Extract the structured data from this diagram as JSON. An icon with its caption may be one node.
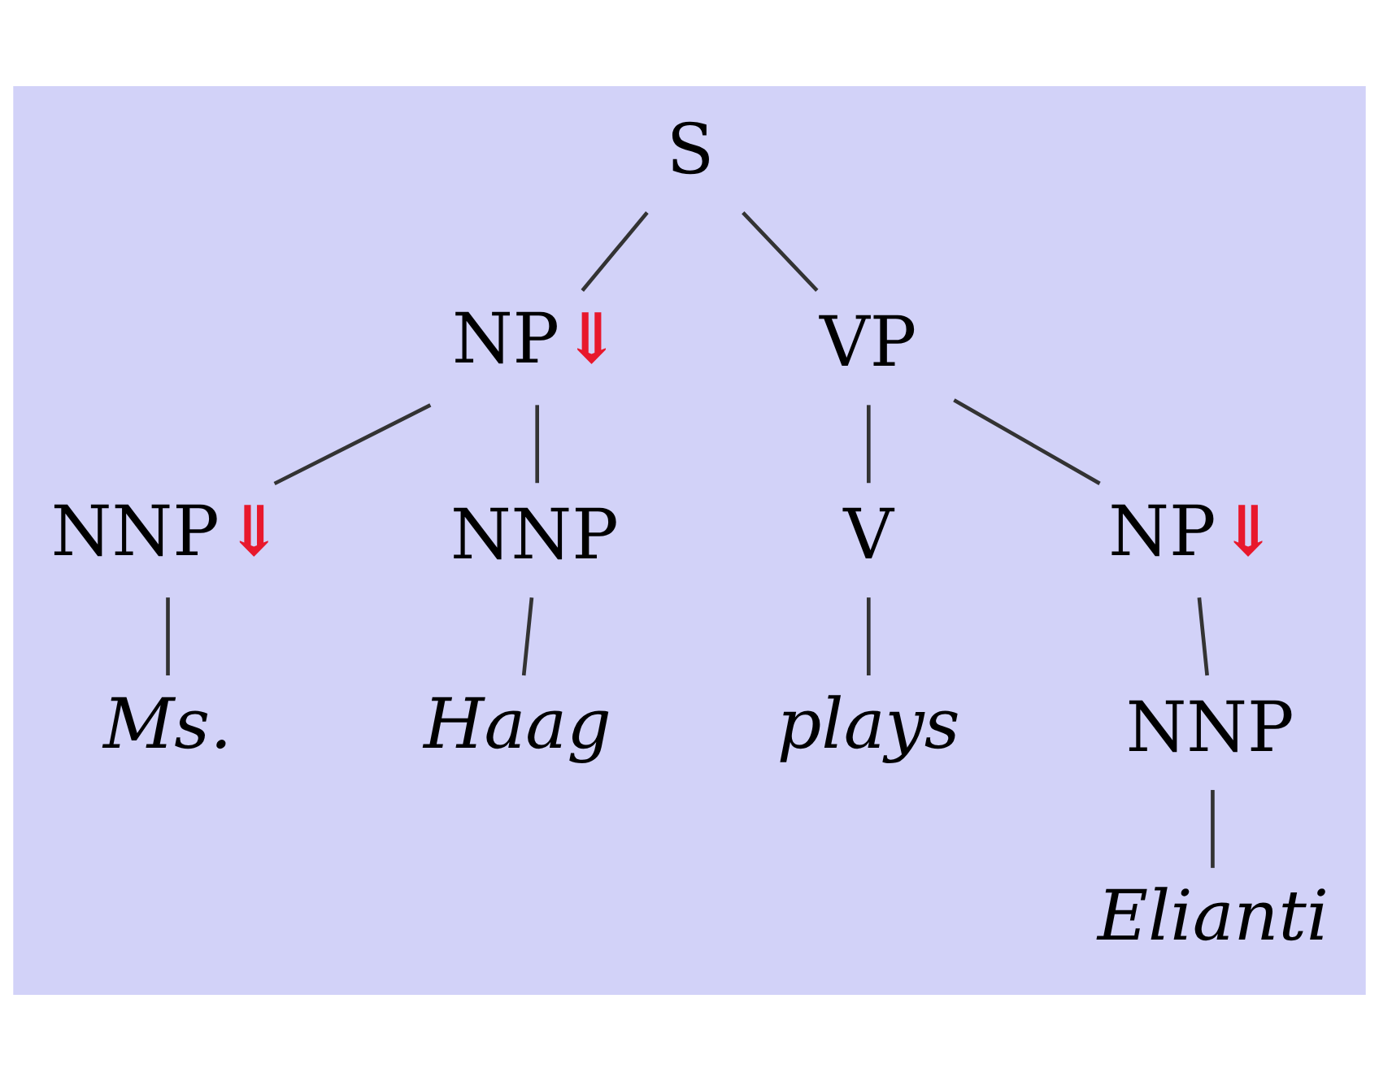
{
  "diagram": {
    "nodes": [
      {
        "text": [
          "S"
        ]
      },
      {
        "text": [
          "NP"
        ],
        "beside": [
          "⇓"
        ]
      },
      {
        "text": [
          "VP"
        ]
      },
      {
        "text": [
          "NNP"
        ],
        "beside": [
          "⇓"
        ]
      },
      {
        "text": [
          "NNP"
        ]
      },
      {
        "text": [
          "V"
        ]
      },
      {
        "text": [
          "NP"
        ],
        "beside": [
          "⇓"
        ]
      },
      {
        "text": [
          "Ms."
        ]
      },
      {
        "text": [
          "Haag"
        ]
      },
      {
        "text": [
          "plays"
        ]
      },
      {
        "text": [
          "NNP"
        ]
      },
      {
        "text": [
          "Elianti"
        ]
      }
    ],
    "edges": [
      {
        "from": 0,
        "to": 1,
        "arrow": "none"
      },
      {
        "from": 0,
        "to": 2,
        "arrow": "none"
      },
      {
        "from": 1,
        "to": 3,
        "arrow": "none"
      },
      {
        "from": 1,
        "to": 4,
        "arrow": "none"
      },
      {
        "from": 2,
        "to": 5,
        "arrow": "none"
      },
      {
        "from": 2,
        "to": 6,
        "arrow": "none"
      },
      {
        "from": 3,
        "to": 7,
        "arrow": "none"
      },
      {
        "from": 4,
        "to": 8,
        "arrow": "none"
      },
      {
        "from": 5,
        "to": 9,
        "arrow": "none"
      },
      {
        "from": 6,
        "to": 10,
        "arrow": "none"
      },
      {
        "from": 10,
        "to": 11,
        "arrow": "none"
      }
    ]
  }
}
